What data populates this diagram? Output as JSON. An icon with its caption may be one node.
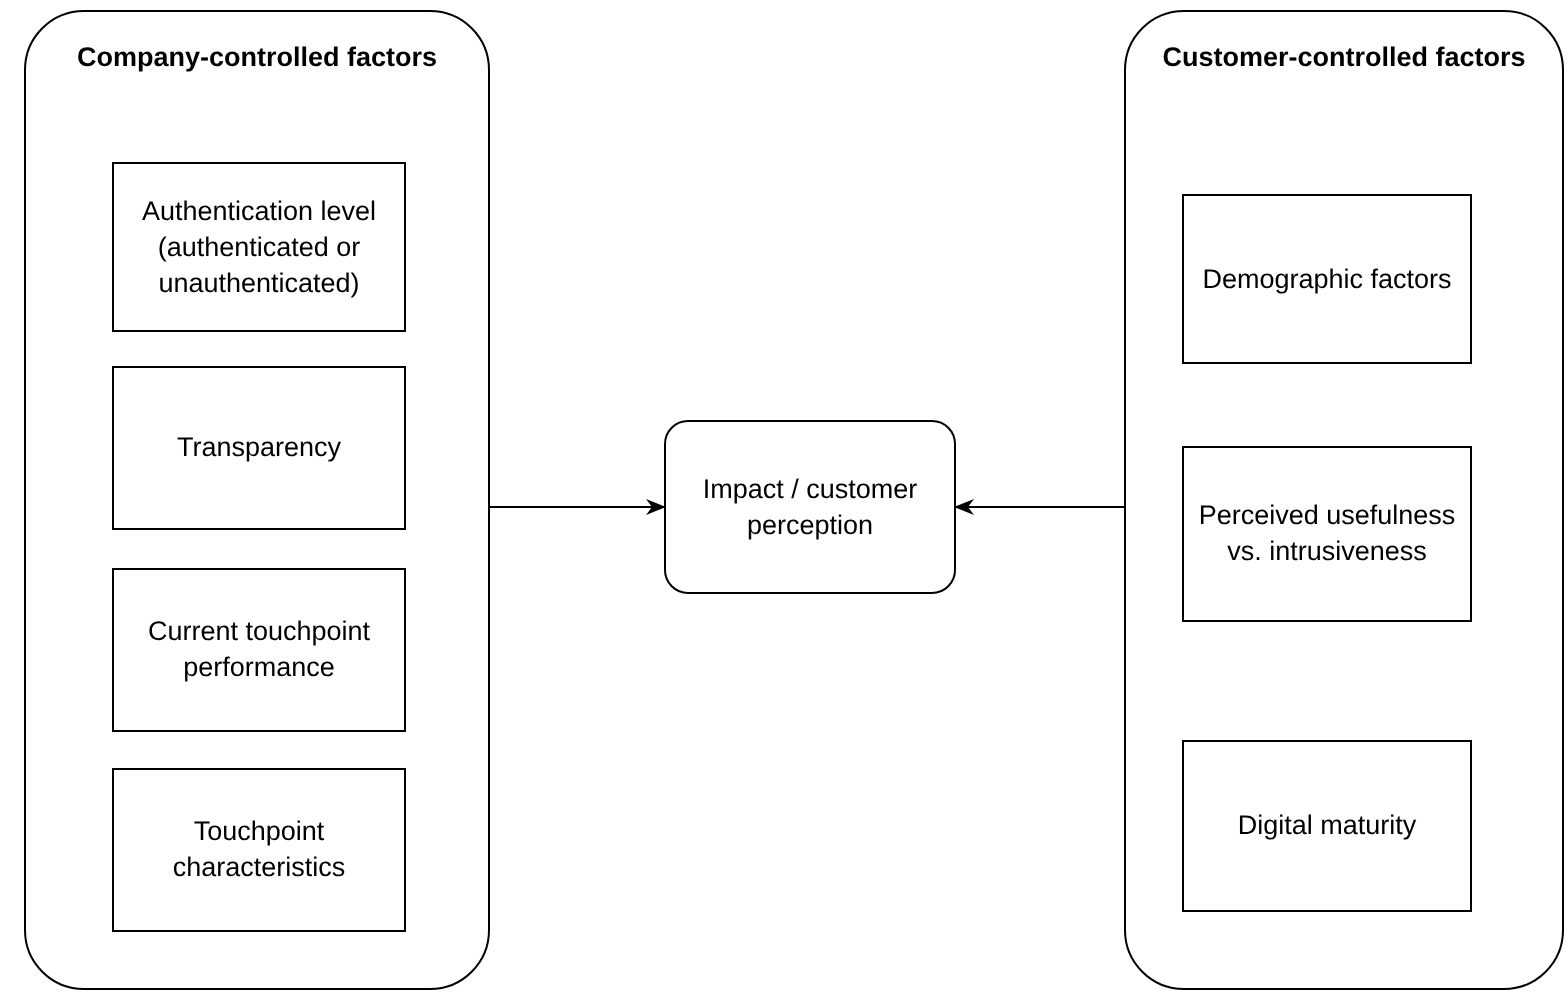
{
  "diagram": {
    "nodes": [
      {
        "text": [
          "Company-controlled factors"
        ]
      },
      {
        "text": [
          "Authentication level (authenticated or unauthenticated)"
        ],
        "in": 0
      },
      {
        "text": [
          "Transparency"
        ],
        "in": 0
      },
      {
        "text": [
          "Current touchpoint performance"
        ],
        "in": 0
      },
      {
        "text": [
          "Touchpoint characteristics"
        ],
        "in": 0
      },
      {
        "text": [
          "Impact / customer perception"
        ]
      },
      {
        "text": [
          "Customer-controlled factors"
        ]
      },
      {
        "text": [
          "Demographic factors"
        ],
        "in": 6
      },
      {
        "text": [
          "Perceived usefulness vs. intrusiveness"
        ],
        "in": 6
      },
      {
        "text": [
          "Digital maturity"
        ],
        "in": 6
      }
    ],
    "edges": [
      {
        "from": 0,
        "to": 5,
        "arrow": "to"
      },
      {
        "from": 6,
        "to": 5,
        "arrow": "to"
      }
    ]
  }
}
